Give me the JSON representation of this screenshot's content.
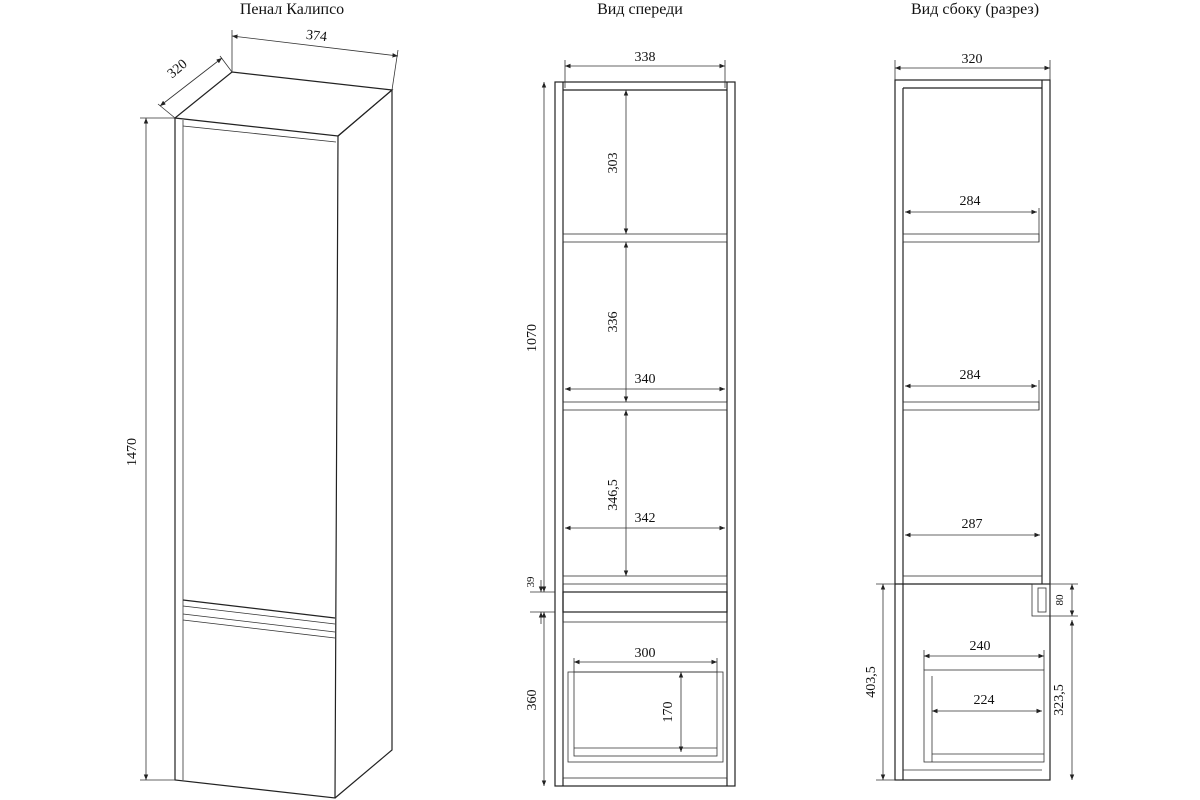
{
  "titles": {
    "cabinet": "Пенал Калипсо",
    "front": "Вид спереди",
    "side": "Вид сбоку (разрез)"
  },
  "iso": {
    "width": "374",
    "depth": "320",
    "height": "1470"
  },
  "front": {
    "width": "338",
    "upper_height": "1070",
    "shelf_1": "303",
    "shelf_2": "336",
    "shelf_3": "346,5",
    "inner_340": "340",
    "inner_342": "342",
    "gap": "39",
    "lower_height": "360",
    "drawer_width": "300",
    "drawer_height": "170"
  },
  "side": {
    "width": "320",
    "shelf_284_a": "284",
    "shelf_284_b": "284",
    "shelf_287": "287",
    "lower_height": "403,5",
    "notch": "80",
    "drawer_inner": "240",
    "drawer_bottom": "224",
    "drawer_height": "323,5"
  }
}
